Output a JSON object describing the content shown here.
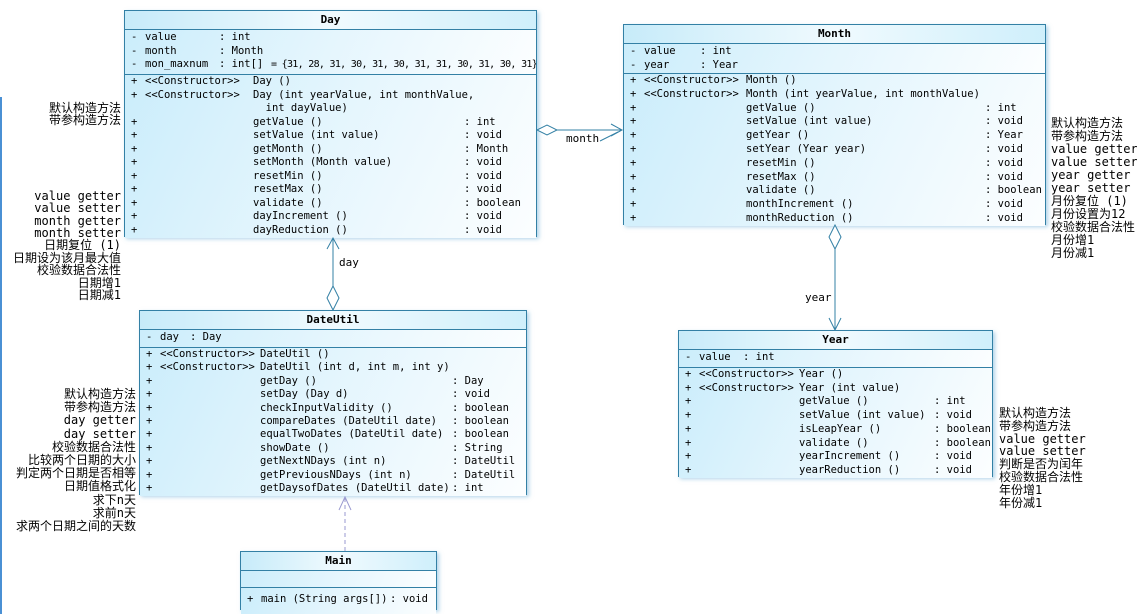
{
  "colors": {
    "box_border": "#3380a5",
    "box_fill": "#cbedfb",
    "dependency_line": "#9a9ad0",
    "screen_edge_line": "#4a90d4"
  },
  "classes": [
    {
      "name": "Day",
      "attributes": [
        {
          "vis": "-",
          "name": "value",
          "type": ": int",
          "extra": ""
        },
        {
          "vis": "-",
          "name": "month",
          "type": ": Month",
          "extra": ""
        },
        {
          "vis": "-",
          "name": "mon_maxnum",
          "type": ": int[]",
          "extra": "= {31, 28, 31, 30, 31, 30, 31, 31, 30, 31, 30, 31}"
        }
      ],
      "methods": [
        {
          "vis": "+",
          "stereo": "<<Constructor>>",
          "sig": "Day ()",
          "ret": ""
        },
        {
          "vis": "+",
          "stereo": "<<Constructor>>",
          "sig": "Day (int yearValue, int monthValue,\n  int dayValue)",
          "ret": ""
        },
        {
          "vis": "+",
          "stereo": "",
          "sig": "getValue ()",
          "ret": ": int"
        },
        {
          "vis": "+",
          "stereo": "",
          "sig": "setValue (int value)",
          "ret": ": void"
        },
        {
          "vis": "+",
          "stereo": "",
          "sig": "getMonth ()",
          "ret": ": Month"
        },
        {
          "vis": "+",
          "stereo": "",
          "sig": "setMonth (Month value)",
          "ret": ": void"
        },
        {
          "vis": "+",
          "stereo": "",
          "sig": "resetMin ()",
          "ret": ": void"
        },
        {
          "vis": "+",
          "stereo": "",
          "sig": "resetMax ()",
          "ret": ": void"
        },
        {
          "vis": "+",
          "stereo": "",
          "sig": "validate ()",
          "ret": ": boolean"
        },
        {
          "vis": "+",
          "stereo": "",
          "sig": "dayIncrement ()",
          "ret": ": void"
        },
        {
          "vis": "+",
          "stereo": "",
          "sig": "dayReduction ()",
          "ret": ": void"
        }
      ],
      "notes_top": [
        "默认构造方法",
        "带参构造方法"
      ],
      "notes": [
        "value getter",
        "value setter",
        "month getter",
        "month setter",
        "日期复位 (1)",
        "日期设为该月最大值",
        "校验数据合法性",
        "日期增1",
        "日期减1"
      ]
    },
    {
      "name": "Month",
      "attributes": [
        {
          "vis": "-",
          "name": "value",
          "type": ": int",
          "extra": ""
        },
        {
          "vis": "-",
          "name": "year",
          "type": ": Year",
          "extra": ""
        }
      ],
      "methods": [
        {
          "vis": "+",
          "stereo": "<<Constructor>>",
          "sig": "Month ()",
          "ret": ""
        },
        {
          "vis": "+",
          "stereo": "<<Constructor>>",
          "sig": "Month (int yearValue, int monthValue)",
          "ret": ""
        },
        {
          "vis": "+",
          "stereo": "",
          "sig": "getValue ()",
          "ret": ": int"
        },
        {
          "vis": "+",
          "stereo": "",
          "sig": "setValue (int value)",
          "ret": ": void"
        },
        {
          "vis": "+",
          "stereo": "",
          "sig": "getYear ()",
          "ret": ": Year"
        },
        {
          "vis": "+",
          "stereo": "",
          "sig": "setYear (Year year)",
          "ret": ": void"
        },
        {
          "vis": "+",
          "stereo": "",
          "sig": "resetMin ()",
          "ret": ": void"
        },
        {
          "vis": "+",
          "stereo": "",
          "sig": "resetMax ()",
          "ret": ": void"
        },
        {
          "vis": "+",
          "stereo": "",
          "sig": "validate ()",
          "ret": ": boolean"
        },
        {
          "vis": "+",
          "stereo": "",
          "sig": "monthIncrement ()",
          "ret": ": void"
        },
        {
          "vis": "+",
          "stereo": "",
          "sig": "monthReduction ()",
          "ret": ": void"
        }
      ],
      "notes": [
        "默认构造方法",
        "带参构造方法",
        "value getter",
        "value setter",
        "year getter",
        "year setter",
        "月份复位 (1)",
        "月份设置为12",
        "校验数据合法性",
        "月份增1",
        "月份减1"
      ]
    },
    {
      "name": "DateUtil",
      "attributes": [
        {
          "vis": "-",
          "name": "day",
          "type": ": Day",
          "extra": ""
        }
      ],
      "methods": [
        {
          "vis": "+",
          "stereo": "<<Constructor>>",
          "sig": "DateUtil ()",
          "ret": ""
        },
        {
          "vis": "+",
          "stereo": "<<Constructor>>",
          "sig": "DateUtil (int d, int m, int y)",
          "ret": ""
        },
        {
          "vis": "+",
          "stereo": "",
          "sig": "getDay ()",
          "ret": ": Day"
        },
        {
          "vis": "+",
          "stereo": "",
          "sig": "setDay (Day d)",
          "ret": ": void"
        },
        {
          "vis": "+",
          "stereo": "",
          "sig": "checkInputValidity ()",
          "ret": ": boolean"
        },
        {
          "vis": "+",
          "stereo": "",
          "sig": "compareDates (DateUtil date)",
          "ret": ": boolean"
        },
        {
          "vis": "+",
          "stereo": "",
          "sig": "equalTwoDates (DateUtil date)",
          "ret": ": boolean"
        },
        {
          "vis": "+",
          "stereo": "",
          "sig": "showDate ()",
          "ret": ": String"
        },
        {
          "vis": "+",
          "stereo": "",
          "sig": "getNextNDays (int n)",
          "ret": ": DateUtil"
        },
        {
          "vis": "+",
          "stereo": "",
          "sig": "getPreviousNDays (int n)",
          "ret": ": DateUtil"
        },
        {
          "vis": "+",
          "stereo": "",
          "sig": "getDaysofDates (DateUtil date)",
          "ret": ": int"
        }
      ],
      "notes": [
        "默认构造方法",
        "带参构造方法",
        "day getter",
        "day setter",
        "校验数据合法性",
        "比较两个日期的大小",
        "判定两个日期是否相等",
        "日期值格式化",
        "求下n天",
        "求前n天",
        "求两个日期之间的天数"
      ]
    },
    {
      "name": "Year",
      "attributes": [
        {
          "vis": "-",
          "name": "value",
          "type": ": int",
          "extra": ""
        }
      ],
      "methods": [
        {
          "vis": "+",
          "stereo": "<<Constructor>>",
          "sig": "Year ()",
          "ret": ""
        },
        {
          "vis": "+",
          "stereo": "<<Constructor>>",
          "sig": "Year (int value)",
          "ret": ""
        },
        {
          "vis": "+",
          "stereo": "",
          "sig": "getValue ()",
          "ret": ": int"
        },
        {
          "vis": "+",
          "stereo": "",
          "sig": "setValue (int value)",
          "ret": ": void"
        },
        {
          "vis": "+",
          "stereo": "",
          "sig": "isLeapYear ()",
          "ret": ": boolean"
        },
        {
          "vis": "+",
          "stereo": "",
          "sig": "validate ()",
          "ret": ": boolean"
        },
        {
          "vis": "+",
          "stereo": "",
          "sig": "yearIncrement ()",
          "ret": ": void"
        },
        {
          "vis": "+",
          "stereo": "",
          "sig": "yearReduction ()",
          "ret": ": void"
        }
      ],
      "notes": [
        "默认构造方法",
        "带参构造方法",
        "value getter",
        "value setter",
        "判断是否为闰年",
        "校验数据合法性",
        "年份增1",
        "年份减1"
      ]
    },
    {
      "name": "Main",
      "attributes": [],
      "methods": [
        {
          "vis": "+",
          "stereo": "",
          "sig": "main (String args[])",
          "ret": ": void"
        }
      ],
      "notes": []
    }
  ],
  "connectors": {
    "month": {
      "label": "month",
      "type": "aggregation"
    },
    "day": {
      "label": "day",
      "type": "aggregation"
    },
    "year": {
      "label": "year",
      "type": "aggregation"
    },
    "main": {
      "label": "",
      "type": "dependency"
    }
  }
}
